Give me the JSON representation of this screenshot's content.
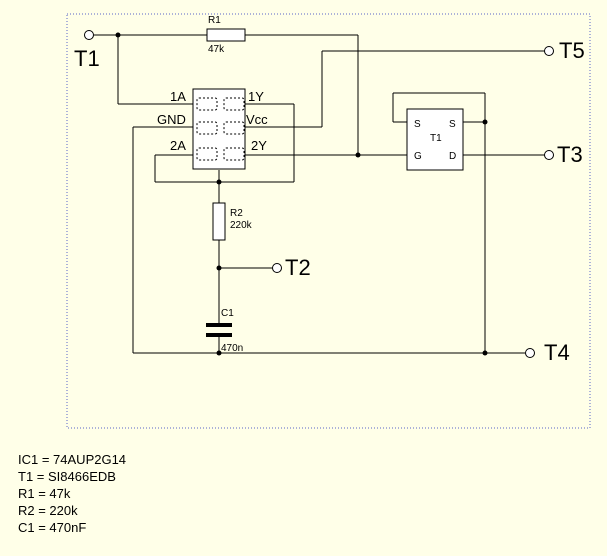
{
  "terminals": {
    "t1": "T1",
    "t2": "T2",
    "t3": "T3",
    "t4": "T4",
    "t5": "T5"
  },
  "components": {
    "r1": {
      "ref": "R1",
      "value": "47k"
    },
    "r2": {
      "ref": "R2",
      "value": "220k"
    },
    "c1": {
      "ref": "C1",
      "value": "470n"
    },
    "ic1": {
      "pins": {
        "1a": "1A",
        "1y": "1Y",
        "gnd": "GND",
        "vcc": "Vcc",
        "2a": "2A",
        "2y": "2Y"
      }
    },
    "mosfet": {
      "ref": "T1",
      "pins": {
        "s_left": "S",
        "s_right": "S",
        "g": "G",
        "d": "D"
      }
    }
  },
  "parts_list": [
    "IC1 = 74AUP2G14",
    "T1 = SI8466EDB",
    "R1 = 47k",
    "R2 = 220k",
    "C1 = 470nF"
  ]
}
